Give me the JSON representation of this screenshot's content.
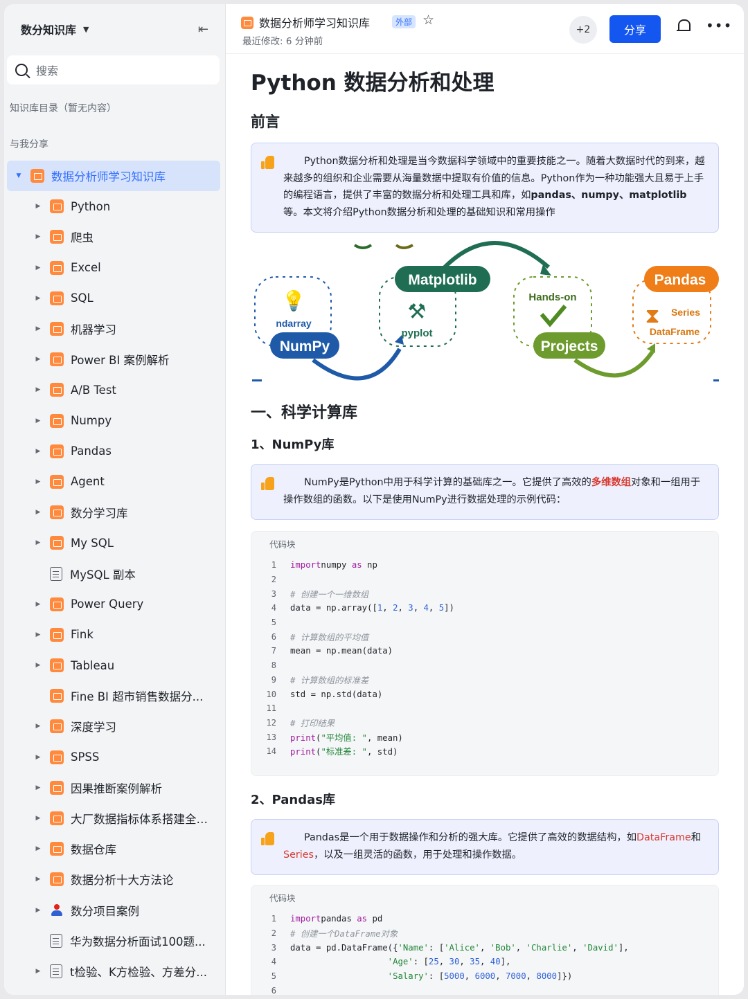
{
  "sidebar": {
    "title": "数分知识库",
    "search_placeholder": "搜索",
    "catalog_label": "知识库目录（暂无内容）",
    "shared_label": "与我分享",
    "active_item": "数据分析师学习知识库",
    "items": [
      {
        "label": "Python",
        "icon": "book"
      },
      {
        "label": "爬虫",
        "icon": "book"
      },
      {
        "label": "Excel",
        "icon": "book"
      },
      {
        "label": "SQL",
        "icon": "book"
      },
      {
        "label": "机器学习",
        "icon": "book"
      },
      {
        "label": "Power BI 案例解析",
        "icon": "book"
      },
      {
        "label": "A/B Test",
        "icon": "book"
      },
      {
        "label": "Numpy",
        "icon": "book"
      },
      {
        "label": "Pandas",
        "icon": "book"
      },
      {
        "label": "Agent",
        "icon": "book"
      },
      {
        "label": "数分学习库",
        "icon": "book"
      },
      {
        "label": "My SQL",
        "icon": "book"
      },
      {
        "label": "MySQL 副本",
        "icon": "doc"
      },
      {
        "label": "Power Query",
        "icon": "book"
      },
      {
        "label": "Fink",
        "icon": "book"
      },
      {
        "label": "Tableau",
        "icon": "book"
      },
      {
        "label": "Fine BI 超市销售数据分...",
        "icon": "book"
      },
      {
        "label": "深度学习",
        "icon": "book"
      },
      {
        "label": "SPSS",
        "icon": "book"
      },
      {
        "label": "因果推断案例解析",
        "icon": "book"
      },
      {
        "label": "大厂数据指标体系搭建全流程",
        "icon": "book"
      },
      {
        "label": "数据仓库",
        "icon": "book"
      },
      {
        "label": "数据分析十大方法论",
        "icon": "book"
      },
      {
        "label": "数分项目案例",
        "icon": "person"
      },
      {
        "label": "华为数据分析面试100题...",
        "icon": "doc"
      },
      {
        "label": "t检验、K方检验、方差分...",
        "icon": "doc"
      }
    ]
  },
  "topbar": {
    "title": "数据分析师学习知识库",
    "tag": "外部",
    "last_modified": "最近修改: 6 分钟前",
    "collaborators": "+2",
    "share_label": "分享"
  },
  "doc": {
    "title": "Python 数据分析和处理",
    "preface_heading": "前言",
    "preface_text_1": "Python数据分析和处理是当今数据科学领域中的重要技能之一。随着大数据时代的到来，越来越多的组织和企业需要从海量数据中提取有价值的信息。Python作为一种功能强大且易于上手的编程语言，提供了丰富的数据分析和处理工具和库，如",
    "preface_bold": "pandas、numpy、matplotlib",
    "preface_text_2": "等。本文将介绍Python数据分析和处理的基础知识和常用操作",
    "diagram": {
      "numpy_sub": "ndarray",
      "numpy": "NumPy",
      "matplotlib": "Matplotlib",
      "matplotlib_sub": "pyplot",
      "handson": "Hands-on",
      "projects": "Projects",
      "pandas": "Pandas",
      "series": "Series",
      "dataframe": "DataFrame"
    },
    "section1": "一、科学计算库",
    "numpy_heading": "1、NumPy库",
    "numpy_text_1": "NumPy是Python中用于科学计算的基础库之一。它提供了高效的",
    "numpy_highlight": "多维数组",
    "numpy_text_2": "对象和一组用于操作数组的函数。以下是使用NumPy进行数据处理的示例代码：",
    "code_caption": "代码块",
    "numpy_code": [
      {
        "n": "1",
        "tokens": [
          [
            "kw",
            "import"
          ],
          [
            "",
            "numpy "
          ],
          [
            "kw",
            "as"
          ],
          [
            "",
            " np"
          ]
        ]
      },
      {
        "n": "2",
        "tokens": []
      },
      {
        "n": "3",
        "tokens": [
          [
            "cm",
            "# 创建一个一维数组"
          ]
        ]
      },
      {
        "n": "4",
        "tokens": [
          [
            "",
            "data = np.array(["
          ],
          [
            "num",
            "1"
          ],
          [
            "",
            ", "
          ],
          [
            "num",
            "2"
          ],
          [
            "",
            ", "
          ],
          [
            "num",
            "3"
          ],
          [
            "",
            ", "
          ],
          [
            "num",
            "4"
          ],
          [
            "",
            ", "
          ],
          [
            "num",
            "5"
          ],
          [
            "",
            "])"
          ]
        ]
      },
      {
        "n": "5",
        "tokens": []
      },
      {
        "n": "6",
        "tokens": [
          [
            "cm",
            "# 计算数组的平均值"
          ]
        ]
      },
      {
        "n": "7",
        "tokens": [
          [
            "",
            "mean = np.mean(data)"
          ]
        ]
      },
      {
        "n": "8",
        "tokens": []
      },
      {
        "n": "9",
        "tokens": [
          [
            "cm",
            "# 计算数组的标准差"
          ]
        ]
      },
      {
        "n": "10",
        "tokens": [
          [
            "",
            "std = np.std(data)"
          ]
        ]
      },
      {
        "n": "11",
        "tokens": []
      },
      {
        "n": "12",
        "tokens": [
          [
            "cm",
            "# 打印结果"
          ]
        ]
      },
      {
        "n": "13",
        "tokens": [
          [
            "nb",
            "print"
          ],
          [
            "",
            "("
          ],
          [
            "str",
            "\"平均值: \""
          ],
          [
            "",
            ", mean)"
          ]
        ]
      },
      {
        "n": "14",
        "tokens": [
          [
            "nb",
            "print"
          ],
          [
            "",
            "("
          ],
          [
            "str",
            "\"标准差: \""
          ],
          [
            "",
            ", std)"
          ]
        ]
      }
    ],
    "pandas_heading": "2、Pandas库",
    "pandas_text_1": "Pandas是一个用于数据操作和分析的强大库。它提供了高效的数据结构，如",
    "pandas_dataframe": "DataFrame",
    "pandas_text_2": "和",
    "pandas_series": "Series",
    "pandas_text_3": "，以及一组灵活的函数，用于处理和操作数据。",
    "pandas_code": [
      {
        "n": "1",
        "tokens": [
          [
            "kw",
            "import"
          ],
          [
            "",
            ""
          ],
          [
            "",
            "pandas "
          ],
          [
            "kw",
            "as"
          ],
          [
            "",
            " pd"
          ]
        ]
      },
      {
        "n": "2",
        "tokens": [
          [
            "cm",
            "# 创建一个DataFrame对象"
          ]
        ]
      },
      {
        "n": "3",
        "tokens": [
          [
            "",
            "data = pd.DataFrame({"
          ],
          [
            "str",
            "'Name'"
          ],
          [
            "",
            ": ["
          ],
          [
            "str",
            "'Alice'"
          ],
          [
            "",
            ", "
          ],
          [
            "str",
            "'Bob'"
          ],
          [
            "",
            ", "
          ],
          [
            "str",
            "'Charlie'"
          ],
          [
            "",
            ", "
          ],
          [
            "str",
            "'David'"
          ],
          [
            "",
            "],"
          ]
        ]
      },
      {
        "n": "4",
        "tokens": [
          [
            "",
            "                   "
          ],
          [
            "str",
            "'Age'"
          ],
          [
            "",
            ": ["
          ],
          [
            "num",
            "25"
          ],
          [
            "",
            ", "
          ],
          [
            "num",
            "30"
          ],
          [
            "",
            ", "
          ],
          [
            "num",
            "35"
          ],
          [
            "",
            ", "
          ],
          [
            "num",
            "40"
          ],
          [
            "",
            "],"
          ]
        ]
      },
      {
        "n": "5",
        "tokens": [
          [
            "",
            "                   "
          ],
          [
            "str",
            "'Salary'"
          ],
          [
            "",
            ": ["
          ],
          [
            "num",
            "5000"
          ],
          [
            "",
            ", "
          ],
          [
            "num",
            "6000"
          ],
          [
            "",
            ", "
          ],
          [
            "num",
            "7000"
          ],
          [
            "",
            ", "
          ],
          [
            "num",
            "8000"
          ],
          [
            "",
            "]})"
          ]
        ]
      },
      {
        "n": "6",
        "tokens": []
      }
    ]
  }
}
